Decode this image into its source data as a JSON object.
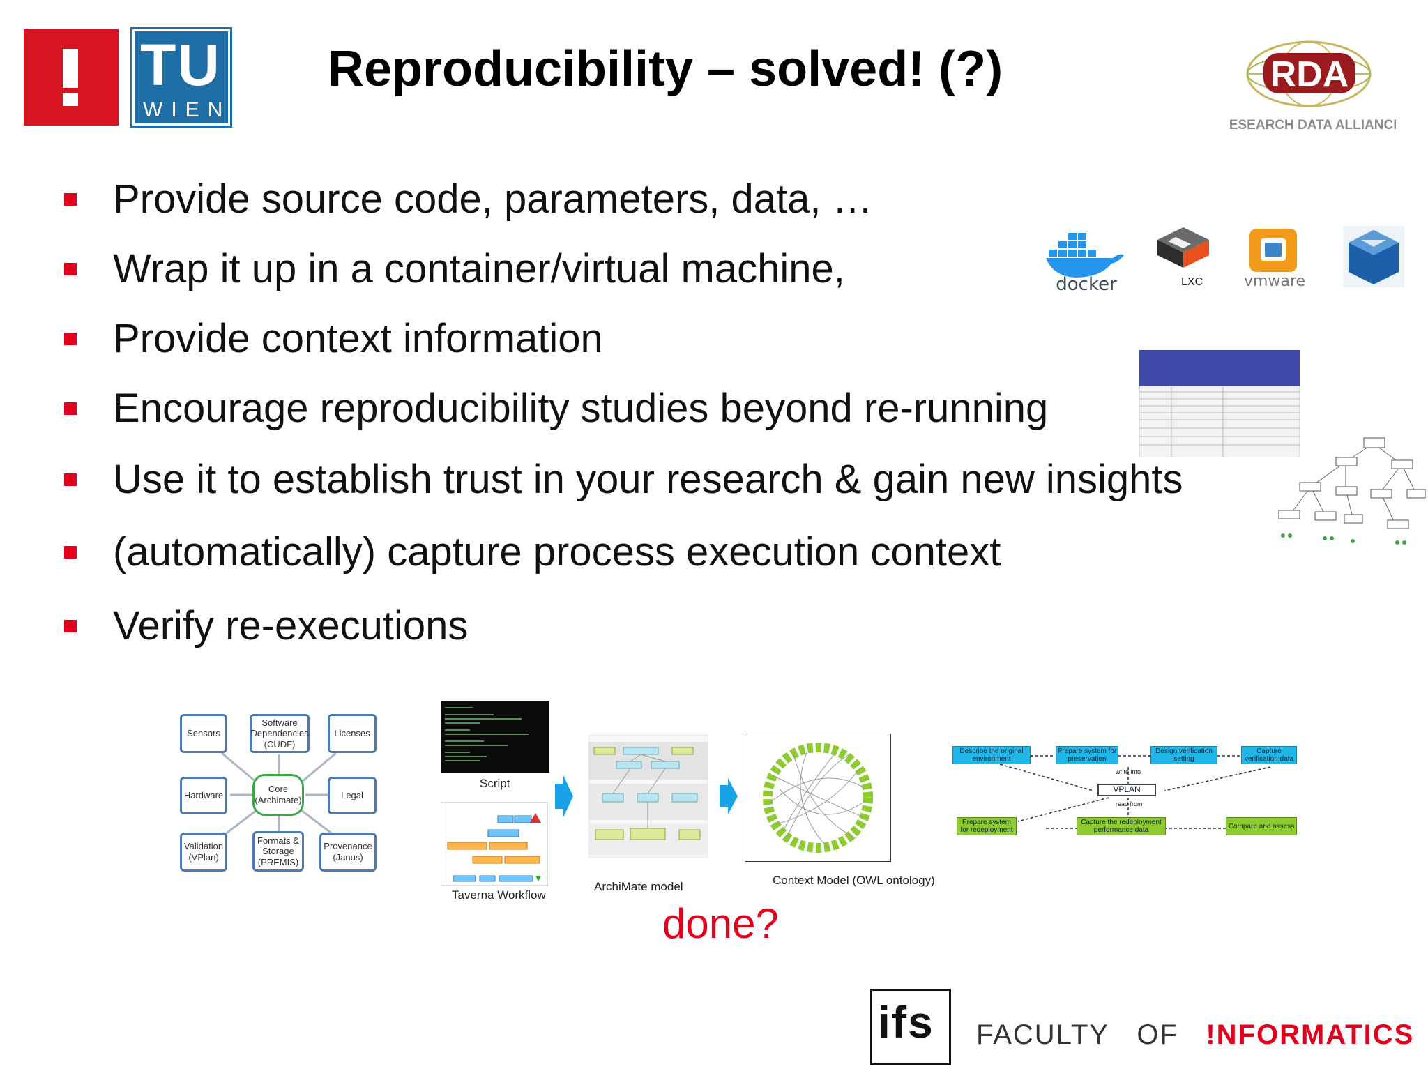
{
  "header": {
    "tu_logo_text": "TU",
    "tu_logo_sub": "WIEN",
    "title": "Reproducibility – solved! (?)",
    "rda_logo_text": "RDA",
    "rda_logo_sub": "RESEARCH DATA ALLIANCE"
  },
  "bullets": [
    "Provide source code, parameters, data, …",
    "Wrap it up in a container/virtual machine,",
    "Provide context information",
    "Encourage reproducibility studies beyond re-running",
    "Use it to establish trust in your research & gain new insights",
    "(automatically) capture process execution context",
    "Verify re-executions"
  ],
  "tech_logos": {
    "docker": "docker",
    "lxc": "LXC",
    "vmware": "vmware",
    "vbox_icon": "virtualbox-icon"
  },
  "context_diagram": {
    "nodes": {
      "sensors": "Sensors",
      "software": "Software Dependencies (CUDF)",
      "licenses": "Licenses",
      "hardware": "Hardware",
      "core": "Core (Archimate)",
      "legal": "Legal",
      "validation": "Validation (VPlan)",
      "formats": "Formats & Storage (PREMIS)",
      "provenance": "Provenance (Janus)"
    }
  },
  "captions": {
    "script": "Script",
    "taverna": "Taverna Workflow",
    "archimate": "ArchiMate model",
    "context_model": "Context Model (OWL ontology)"
  },
  "verification_flow": {
    "describe": "Describe the original environment",
    "prepare_preservation": "Prepare system for preservation",
    "design_verification": "Design verification setting",
    "capture_verification": "Capture verification data",
    "vplan": "VPLAN",
    "prepare_redeployment": "Prepare system for redeployment",
    "capture_redeployment": "Capture the redeployment performance data",
    "compare": "Compare and assess",
    "edge_write": "write into",
    "edge_read": "read from"
  },
  "done": "done?",
  "footer": {
    "ifs": "ifs",
    "faculty": "FACULTY",
    "of": "OF",
    "informatics": "!NFORMATICS"
  },
  "colors": {
    "accent_red": "#e2001a",
    "tu_blue": "#1f6fa6",
    "diagram_blue": "#4a7bb5",
    "core_green": "#3aa845",
    "vflow_cyan": "#21b6e8",
    "vflow_green": "#8ecb2f"
  }
}
